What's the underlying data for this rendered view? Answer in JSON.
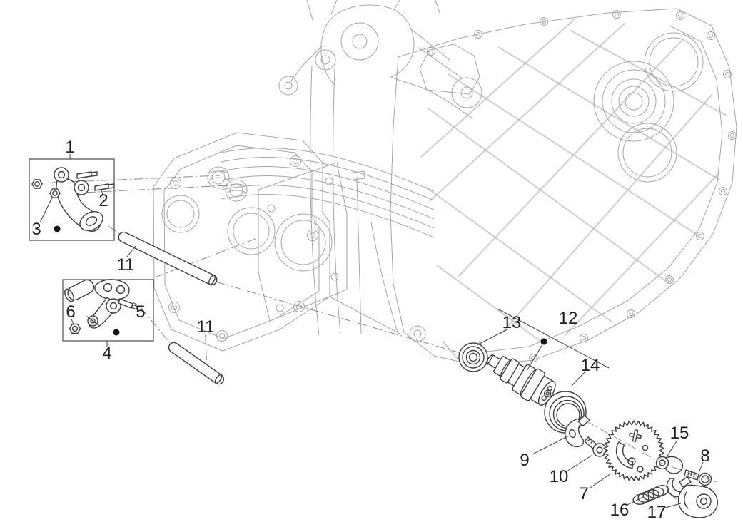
{
  "figure": {
    "type": "exploded-parts-diagram",
    "subject": "engine-rocker-levers-and-camshaft",
    "background": "#ffffff"
  },
  "colors": {
    "engine_line": "#a6a6a6",
    "part_line": "#3f3f3f",
    "callout_text": "#1f1f1f",
    "leader_line": "#3f3f3f",
    "centerline": "#8a8a8a",
    "box_line": "#4a4a4a",
    "marker_dot": "#111111"
  },
  "callouts": [
    {
      "ref": "1"
    },
    {
      "ref": "2"
    },
    {
      "ref": "3"
    },
    {
      "ref": "11"
    },
    {
      "ref": "6"
    },
    {
      "ref": "5"
    },
    {
      "ref": "4"
    },
    {
      "ref": "11"
    },
    {
      "ref": "13"
    },
    {
      "ref": "12"
    },
    {
      "ref": "14"
    },
    {
      "ref": "9"
    },
    {
      "ref": "10"
    },
    {
      "ref": "7"
    },
    {
      "ref": "16"
    },
    {
      "ref": "17"
    },
    {
      "ref": "15"
    },
    {
      "ref": "8"
    }
  ]
}
